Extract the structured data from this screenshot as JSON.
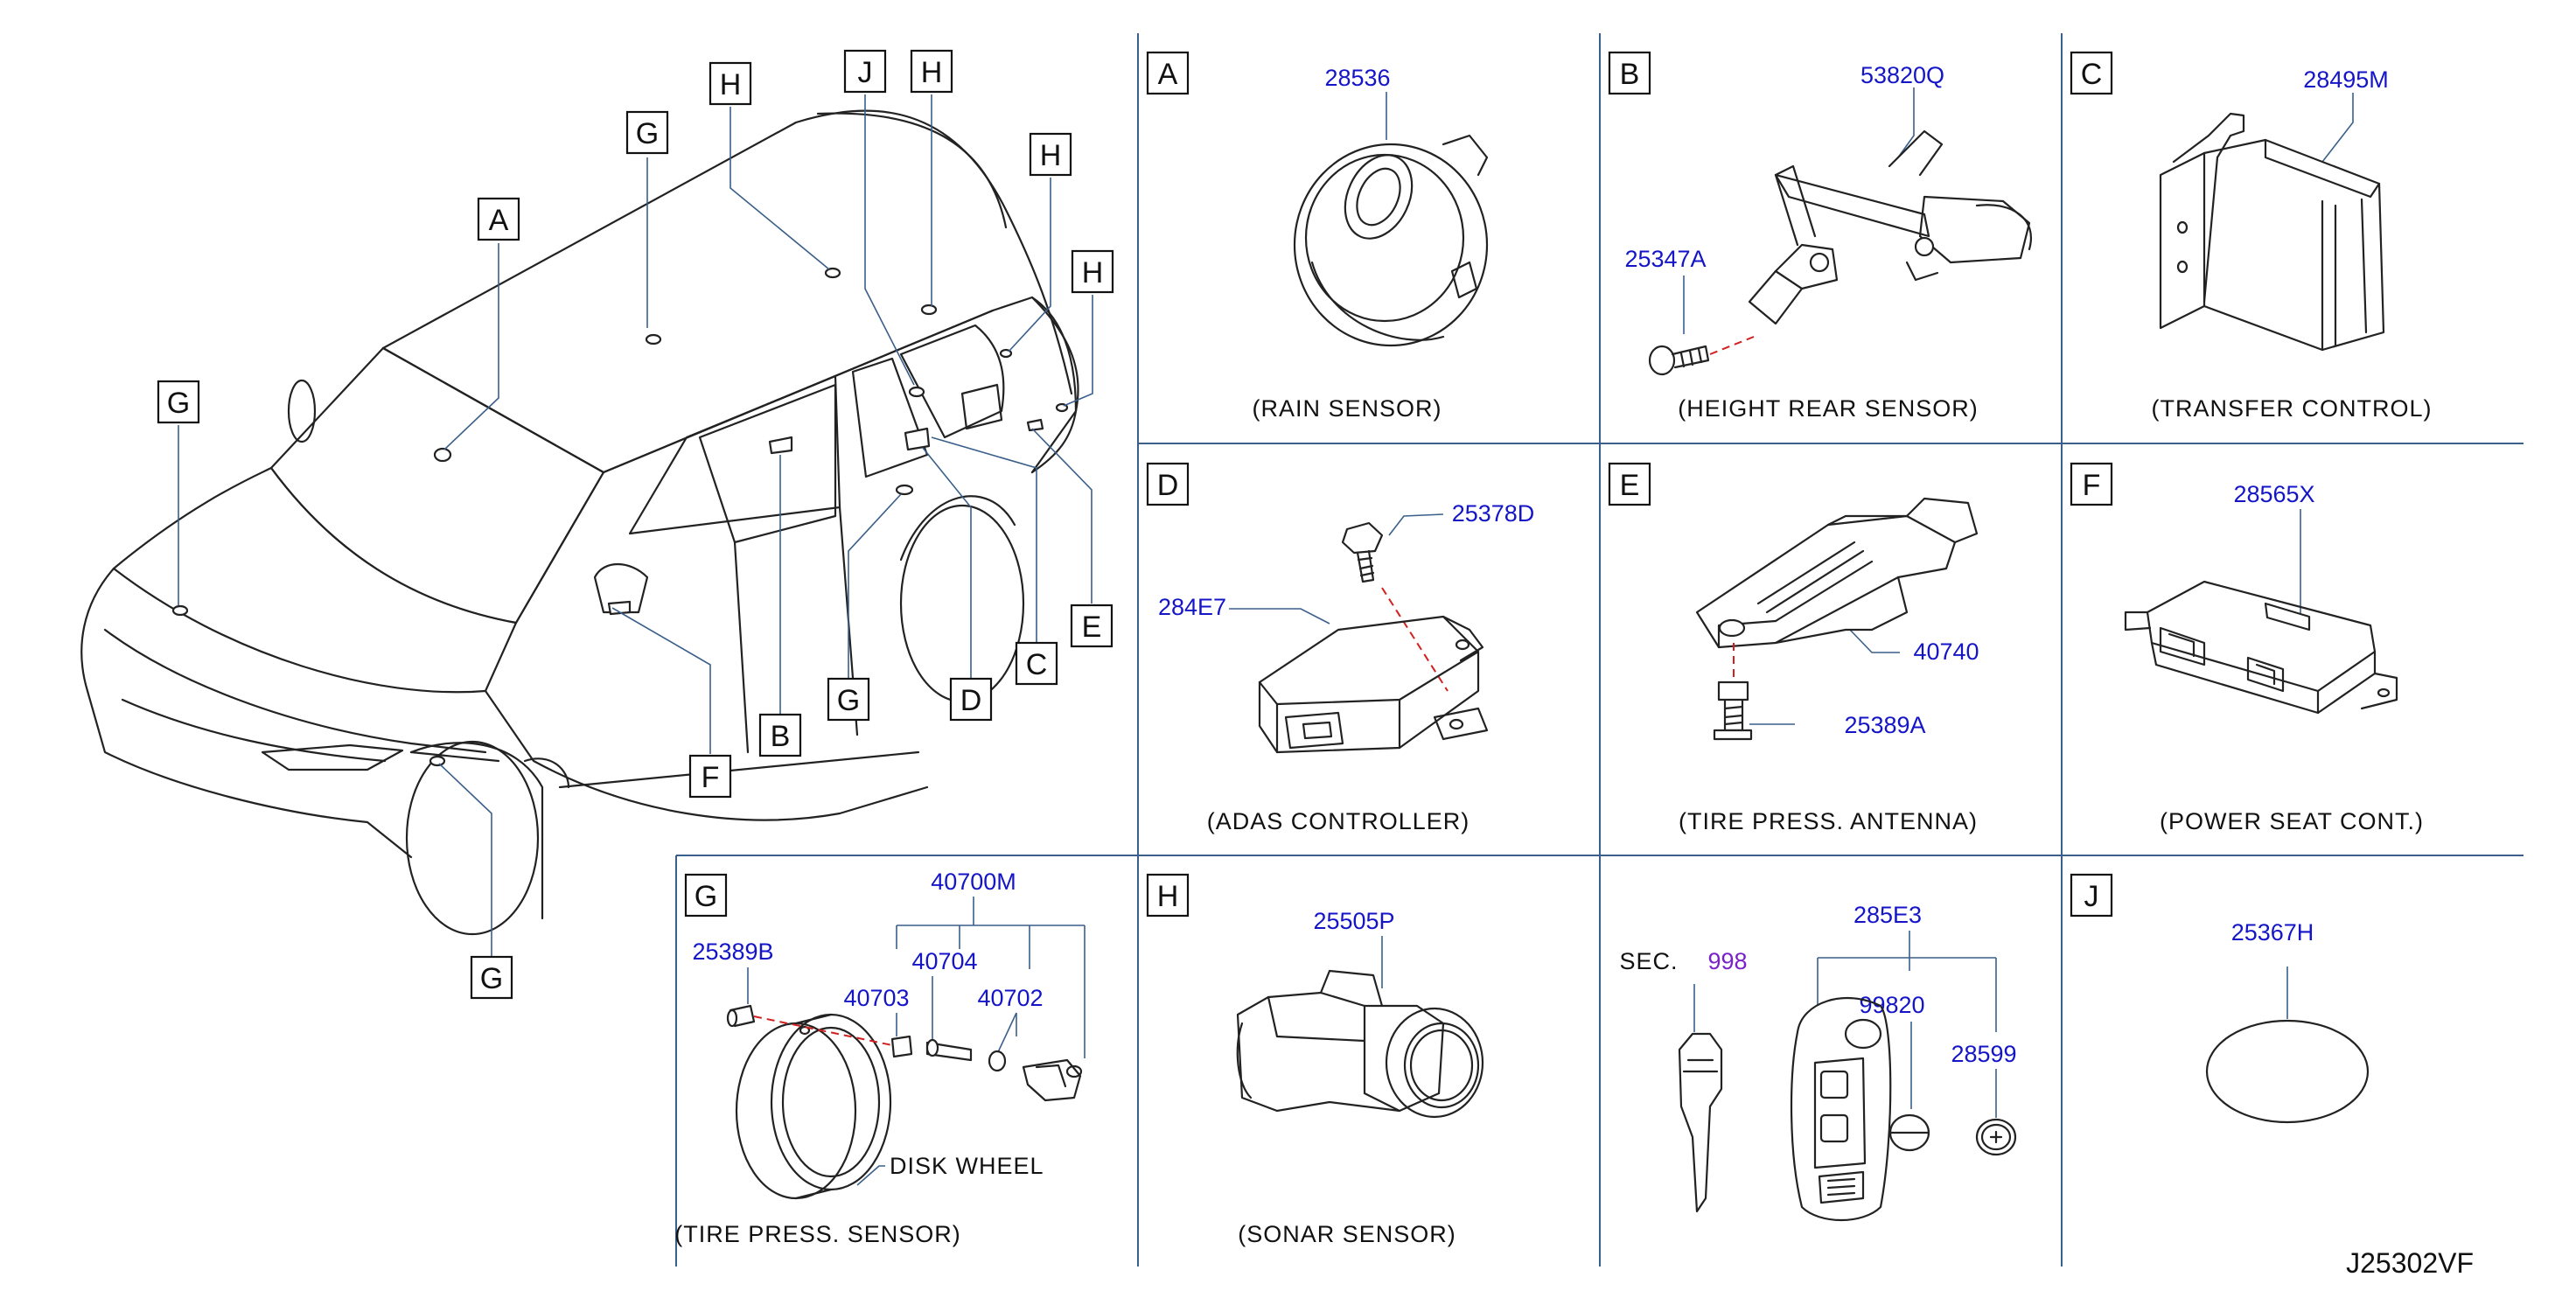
{
  "diagram_id": "J25302VF",
  "vehicle_callouts": [
    "A",
    "B",
    "C",
    "D",
    "E",
    "F",
    "G",
    "H",
    "J"
  ],
  "panels": {
    "A": {
      "letter": "A",
      "caption": "(RAIN   SENSOR)",
      "parts": [
        "28536"
      ]
    },
    "B": {
      "letter": "B",
      "caption": "(HEIGHT   REAR   SENSOR)",
      "parts": [
        "53820Q",
        "25347A"
      ]
    },
    "C": {
      "letter": "C",
      "caption": "(TRANSFER   CONTROL)",
      "parts": [
        "28495M"
      ]
    },
    "D": {
      "letter": "D",
      "caption": "(ADAS   CONTROLLER)",
      "parts": [
        "25378D",
        "284E7"
      ]
    },
    "E": {
      "letter": "E",
      "caption": "(TIRE   PRESS.   ANTENNA)",
      "parts": [
        "40740",
        "25389A"
      ]
    },
    "F": {
      "letter": "F",
      "caption": "(POWER   SEAT   CONT.)",
      "parts": [
        "28565X"
      ]
    },
    "G": {
      "letter": "G",
      "caption": "(TIRE   PRESS.   SENSOR)",
      "parts": [
        "40700M",
        "25389B",
        "40704",
        "40703",
        "40702"
      ],
      "label": "DISK   WHEEL"
    },
    "H": {
      "letter": "H",
      "caption": "(SONAR   SENSOR)",
      "parts": [
        "25505P"
      ]
    },
    "K": {
      "sec_prefix": "SEC.",
      "sec_number": "998",
      "parts": [
        "285E3",
        "99820",
        "28599"
      ]
    },
    "J": {
      "letter": "J",
      "parts": [
        "25367H"
      ]
    }
  },
  "colors": {
    "part_number": "#1515c8",
    "sec_number": "#7a22c8",
    "grid": "#3a5f8a",
    "dashed_leader": "#d22020"
  }
}
